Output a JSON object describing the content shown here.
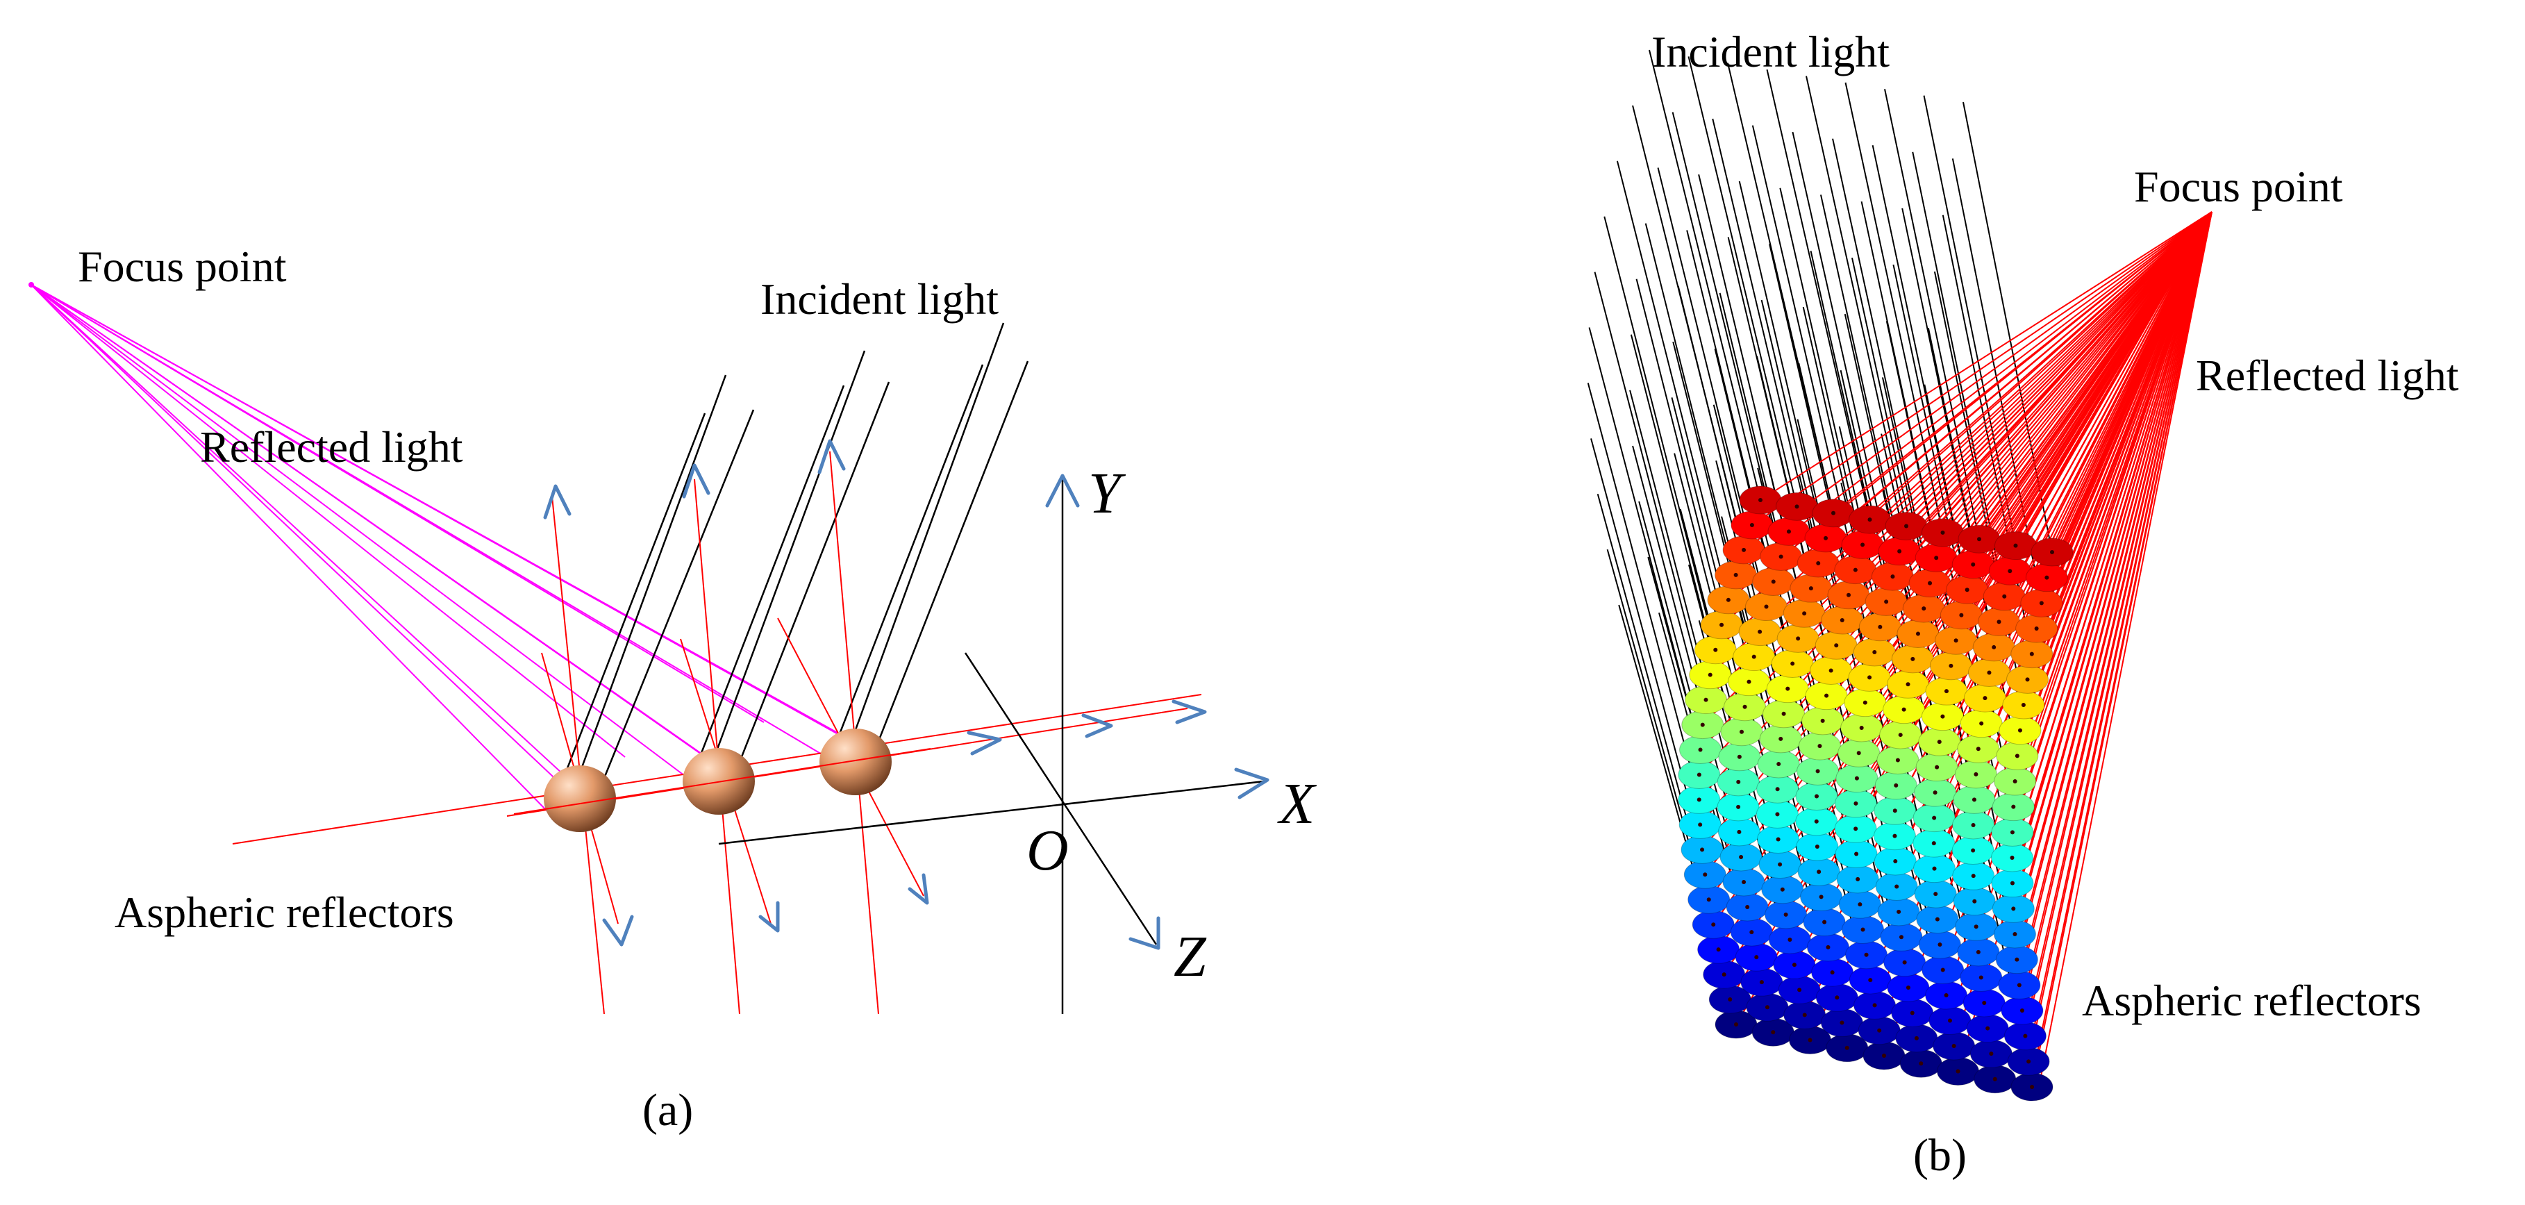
{
  "panel_a": {
    "caption": "(a)",
    "labels": {
      "focus_point": "Focus point",
      "incident_light": "Incident light",
      "reflected_light": "Reflected light",
      "aspheric_reflectors": "Aspheric reflectors"
    },
    "axes": {
      "x": "X",
      "y": "Y",
      "z": "Z",
      "origin": "O"
    },
    "colors": {
      "reflected_rays": "#ff00ff",
      "normals": "#ff0000",
      "incident_rays": "#000000",
      "arrows": "#4f81bd",
      "reflector": "#e39a6a"
    }
  },
  "panel_b": {
    "caption": "(b)",
    "labels": {
      "incident_light": "Incident light",
      "focus_point": "Focus point",
      "reflected_light": "Reflected light",
      "aspheric_reflectors": "Aspheric reflectors"
    },
    "colors": {
      "reflected_rays": "#ff0000",
      "incident_rays": "#000000",
      "colormap": "jet"
    }
  }
}
